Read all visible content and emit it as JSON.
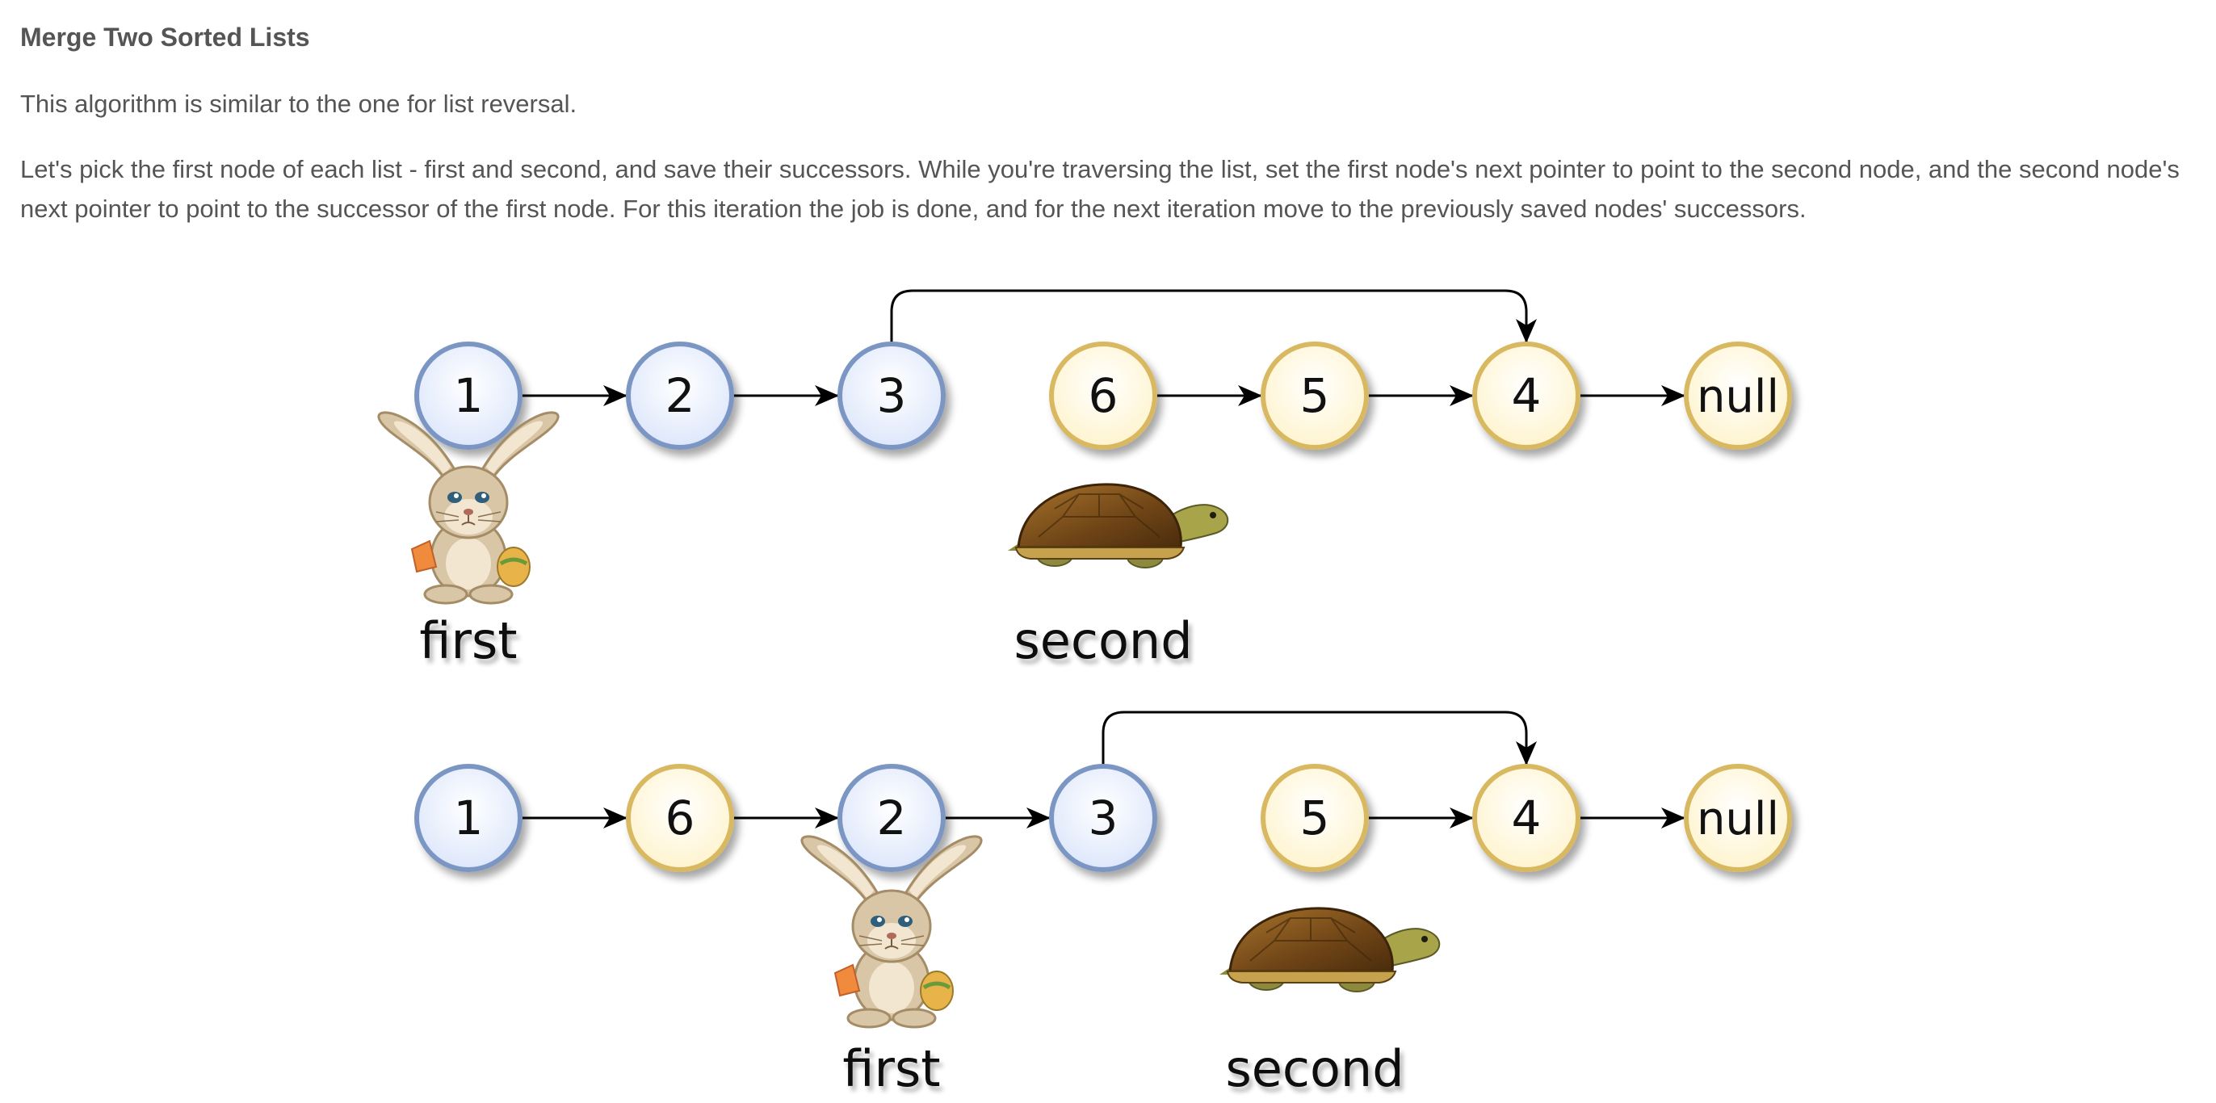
{
  "article": {
    "title": "Merge Two Sorted Lists",
    "paragraphs": [
      "This algorithm is similar to the one for list reversal.",
      "Let's pick the first node of each list - first and second, and save their successors. While you're traversing the list, set the first node's next pointer to point to the second node, and the second node's next pointer to point to the successor of the first node. For this iteration the job is done, and for the next iteration move to the previously saved nodes' successors."
    ]
  },
  "colors": {
    "text": "#555555",
    "blue_node_stroke": "#7b96c4",
    "blue_node_fill": "#eef3ff",
    "yellow_node_stroke": "#d8b860",
    "yellow_node_fill": "#fffbe8",
    "arrow": "#000000"
  },
  "diagram": {
    "rows": [
      {
        "nodes": [
          {
            "label": "1",
            "color": "blue"
          },
          {
            "label": "2",
            "color": "blue"
          },
          {
            "label": "3",
            "color": "blue"
          },
          {
            "label": "6",
            "color": "yellow"
          },
          {
            "label": "5",
            "color": "yellow"
          },
          {
            "label": "4",
            "color": "yellow"
          },
          {
            "label": "null",
            "color": "yellow"
          }
        ],
        "links": [
          [
            0,
            1
          ],
          [
            1,
            2
          ],
          [
            3,
            4
          ],
          [
            4,
            5
          ],
          [
            5,
            6
          ]
        ],
        "curved_links": [
          [
            2,
            5
          ]
        ],
        "pointers": [
          {
            "label": "first",
            "animal": "rabbit",
            "node": 0
          },
          {
            "label": "second",
            "animal": "turtle",
            "node": 3
          }
        ]
      },
      {
        "nodes": [
          {
            "label": "1",
            "color": "blue"
          },
          {
            "label": "6",
            "color": "yellow"
          },
          {
            "label": "2",
            "color": "blue"
          },
          {
            "label": "3",
            "color": "blue"
          },
          {
            "label": "5",
            "color": "yellow"
          },
          {
            "label": "4",
            "color": "yellow"
          },
          {
            "label": "null",
            "color": "yellow"
          }
        ],
        "links": [
          [
            0,
            1
          ],
          [
            1,
            2
          ],
          [
            2,
            3
          ],
          [
            4,
            5
          ],
          [
            5,
            6
          ]
        ],
        "curved_links": [
          [
            3,
            5
          ]
        ],
        "pointers": [
          {
            "label": "first",
            "animal": "rabbit",
            "node": 2
          },
          {
            "label": "second",
            "animal": "turtle",
            "node": 4
          }
        ]
      }
    ]
  }
}
